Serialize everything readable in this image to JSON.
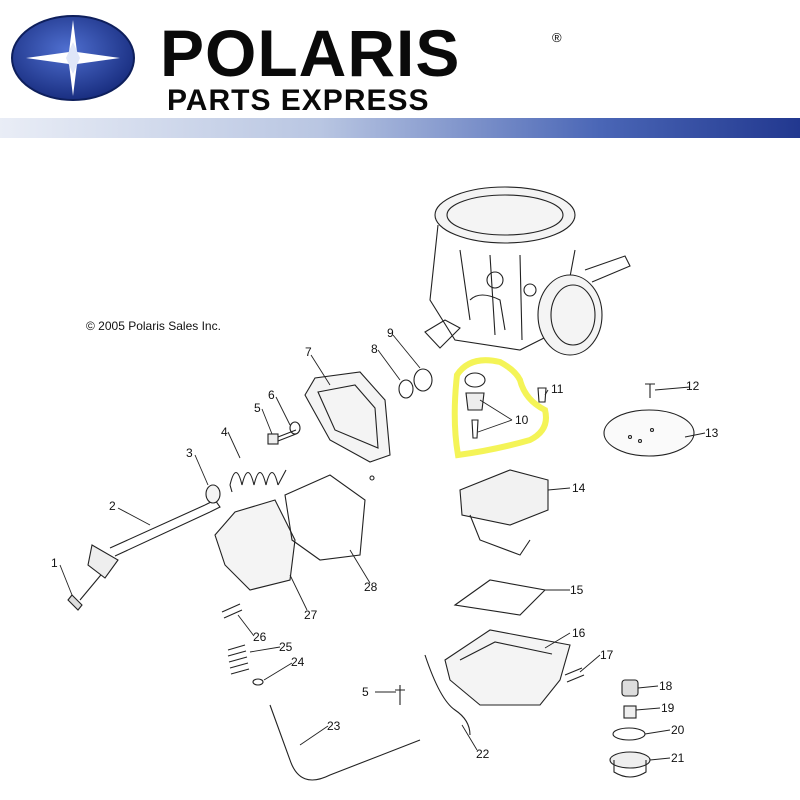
{
  "header": {
    "brand_name": "POLARIS",
    "registered_mark": "®",
    "subtitle": "PARTS EXPRESS",
    "logo_icon": "polaris-star-logo-icon",
    "colors": {
      "logo_blue": "#1f3a93",
      "band_blue": "#22388f",
      "highlight": "#f2f23a"
    }
  },
  "copyright": "© 2005 Polaris Sales Inc.",
  "callouts": {
    "c1": "1",
    "c2": "2",
    "c3": "3",
    "c4": "4",
    "c5a": "5",
    "c5b": "5",
    "c6": "6",
    "c7": "7",
    "c8": "8",
    "c9": "9",
    "c10": "10",
    "c11": "11",
    "c12": "12",
    "c13": "13",
    "c14": "14",
    "c15": "15",
    "c16": "16",
    "c17": "17",
    "c18": "18",
    "c19": "19",
    "c20": "20",
    "c21": "21",
    "c22": "22",
    "c23": "23",
    "c24": "24",
    "c25": "25",
    "c26": "26",
    "c27": "27",
    "c28": "28"
  }
}
